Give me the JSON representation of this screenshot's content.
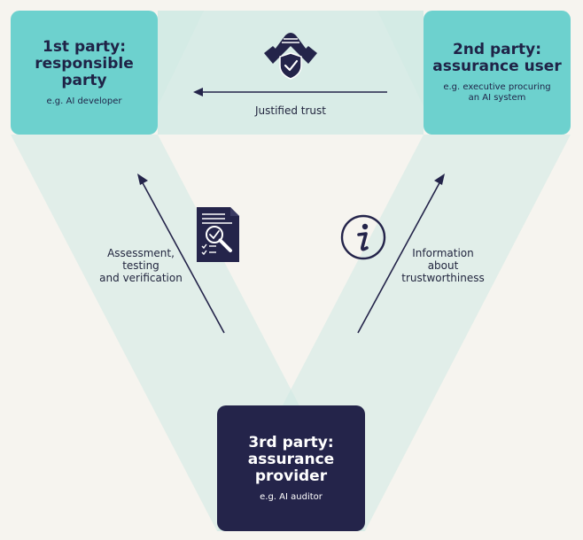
{
  "parties": {
    "first": {
      "title": "1st party:\nresponsible party",
      "subtitle": "e.g. AI developer"
    },
    "second": {
      "title": "2nd party:\nassurance user",
      "subtitle": "e.g. executive procuring\nan AI system"
    },
    "third": {
      "title": "3rd party:\nassurance\nprovider",
      "subtitle": "e.g. AI auditor"
    }
  },
  "flows": {
    "trust": "Justified trust",
    "assessment": "Assessment,\ntesting\nand verification",
    "information": "Information\nabout\ntrustworthiness"
  },
  "icons": {
    "handshake": "handshake-shield-icon",
    "document": "document-magnifier-icon",
    "info": "info-icon"
  },
  "colors": {
    "teal": "#6dd1ce",
    "teal_light": "#cfe9e4",
    "navy": "#24244a",
    "background": "#f6f4ef"
  }
}
